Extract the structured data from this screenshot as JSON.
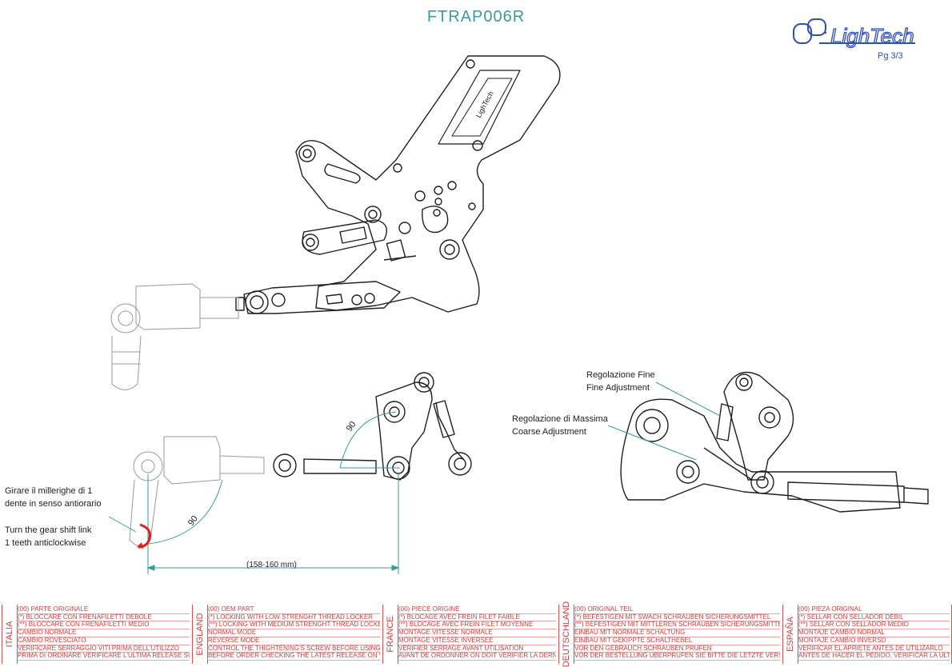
{
  "header": {
    "title": "FTRAP006R",
    "page": "Pg 3/3",
    "logo_text": "LighTech"
  },
  "notes": {
    "it_turn": "Girare il millerighe di 1\ndente in senso antiorario",
    "en_turn": "Turn the gear shift link\n1 teeth anticlockwise",
    "fine": "Regolazione Fine\nFine Adjustment",
    "coarse": "Regolazione di Massima\nCoarse Adjustment"
  },
  "dimensions": {
    "angle_a": "90",
    "angle_b": "90",
    "length": "(158-160 mm)"
  },
  "legend": [
    {
      "lang": "ITALIA",
      "rows": [
        "(00) PARTE ORIGINALE",
        "(*)   BLOCCARE CON FRENAFILETTI DEBOLE",
        "(**)  BLOCCARE CON FRENAFILETTI MEDIO",
        "CAMBIO NORMALE",
        "CAMBIO ROVESCIATO",
        "VERIFICARE SERRAGGIO VITI PRIMA DELL'UTILIZZO",
        "PRIMA DI ORDINARE VERIFICARE L'ULTIMA RELEASE SUL SITO"
      ]
    },
    {
      "lang": "ENGLAND",
      "rows": [
        "(00) OEM PART",
        "(*)   LOCKING WITH LOW STRENGHT THREAD LOCKER",
        "(**)  LOCKING WITH MEDIUM STRENGHT THREAD LOCKER",
        "NORMAL MODE",
        "REVERSE MODE",
        "CONTROL THE THIGHTENING'S SCREW BEFORE USING",
        "BEFORE ORDER CHECKING THE LATEST RELEASE ON WEBSITE"
      ]
    },
    {
      "lang": "FRANCE",
      "rows": [
        "(00) PIECE ORIGINE",
        "(*)   BLOCAGE AVEC FREIN FILET FAIBLE",
        "(**)  BLOCAGE AVEC FREIN FILET MOYENNE",
        "MONTAGE VITESSE NORMALE",
        "MONTAGE VITESSE INVERSEE",
        "VERIFIER SERRAGE AVANT UTILISATION",
        "AVANT DE ORDONNER ON DOIT VERIFIER LA DERNIERE RELEASE SUR LE SITE INTERNET"
      ]
    },
    {
      "lang": "DEUTSCHLAND",
      "rows": [
        "(00) ORIGINAL TEIL",
        "(*)   BEFESTIGEN MIT SWACH SCHRAUBEN SICHERUNGSMITTEL",
        "(**)  BEFESTIGEN MIT MITTLEREN SCHRAUBEN SICHERUNGSMITTEL",
        "EINBAU MIT NORMALE SCHALTUNG",
        "EINBAU MIT GEKIPPTE SCHALTHEBEL",
        "VOR DEN GEBRAUCH SCHRAUBEN PRUFEN",
        "VOR DER BESTELLUNG ÜBERPRUFEN SIE BITTE DIE LETZTE VERSION DIESER ARTIKEL AUF DER INTERNET SEITE VON LIGHTECH"
      ]
    },
    {
      "lang": "ESPAÑA",
      "rows": [
        "(00) PIEZA ORIGINAL",
        "(*)   SELLAR CON SELLADOR DEBIL",
        "(**)  SELLAR CON SELLADOR MEDIO",
        "MONTAJE  CAMBIO NORMAL",
        "MONTAJE CAMBIO INVERSO",
        "VERIFICAR EL APRIETE ANTES DE UTILIZARLO",
        "ANTES DE HACER EL PEDIDO, VERIFICAR LA ULTIMA VERSION EN LA WEB LIGHTECH"
      ]
    }
  ]
}
